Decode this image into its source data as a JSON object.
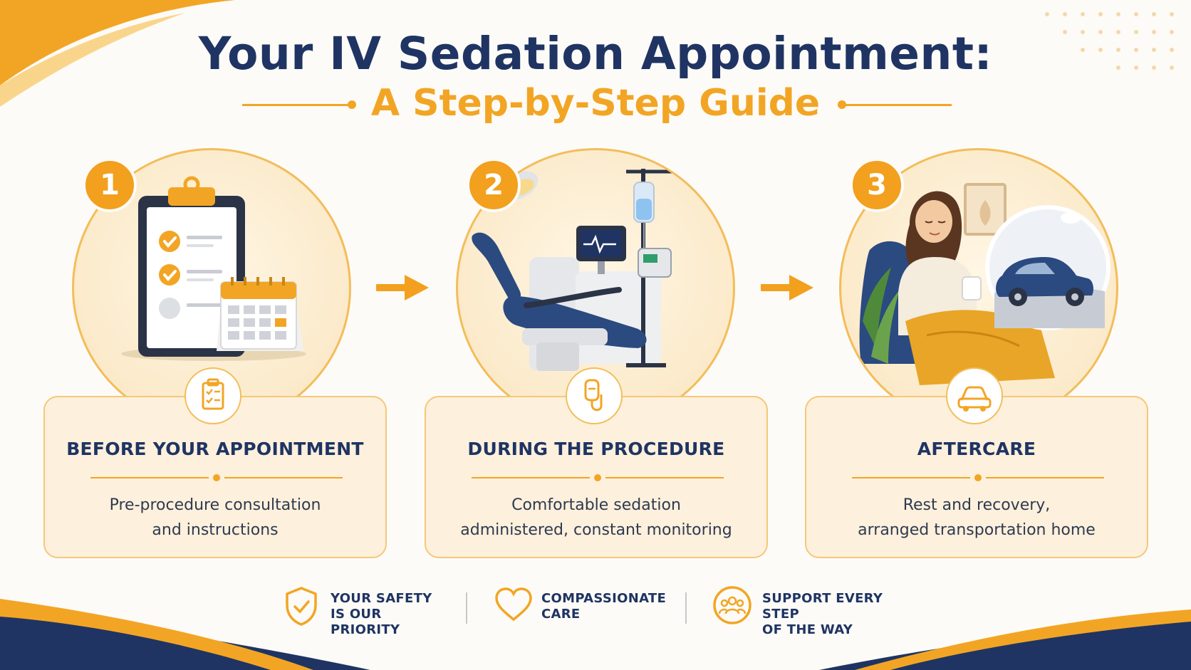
{
  "header": {
    "title": "Your IV Sedation Appointment:",
    "subtitle": "A Step-by-Step Guide"
  },
  "steps": [
    {
      "number": "1",
      "illustration": "clipboard-calendar",
      "icon": "checklist-icon",
      "title": "BEFORE YOUR APPOINTMENT",
      "description_line1": "Pre-procedure consultation",
      "description_line2": "and instructions"
    },
    {
      "number": "2",
      "illustration": "dental-chair-iv",
      "icon": "iv-drip-icon",
      "title": "DURING THE PROCEDURE",
      "description_line1": "Comfortable sedation",
      "description_line2": "administered, constant monitoring"
    },
    {
      "number": "3",
      "illustration": "resting-patient-car",
      "icon": "car-icon",
      "title": "AFTERCARE",
      "description_line1": "Rest and recovery,",
      "description_line2": "arranged transportation home"
    }
  ],
  "footer": [
    {
      "icon": "shield-check-icon",
      "line1": "YOUR SAFETY",
      "line2": "IS OUR PRIORITY"
    },
    {
      "icon": "heart-icon",
      "line1": "COMPASSIONATE",
      "line2": "CARE"
    },
    {
      "icon": "group-icon",
      "line1": "SUPPORT EVERY STEP",
      "line2": "OF THE WAY"
    }
  ],
  "colors": {
    "navy": "#1f3463",
    "accent": "#f2a524",
    "card_bg": "#fdf0dc",
    "background": "#fdfbf7"
  }
}
